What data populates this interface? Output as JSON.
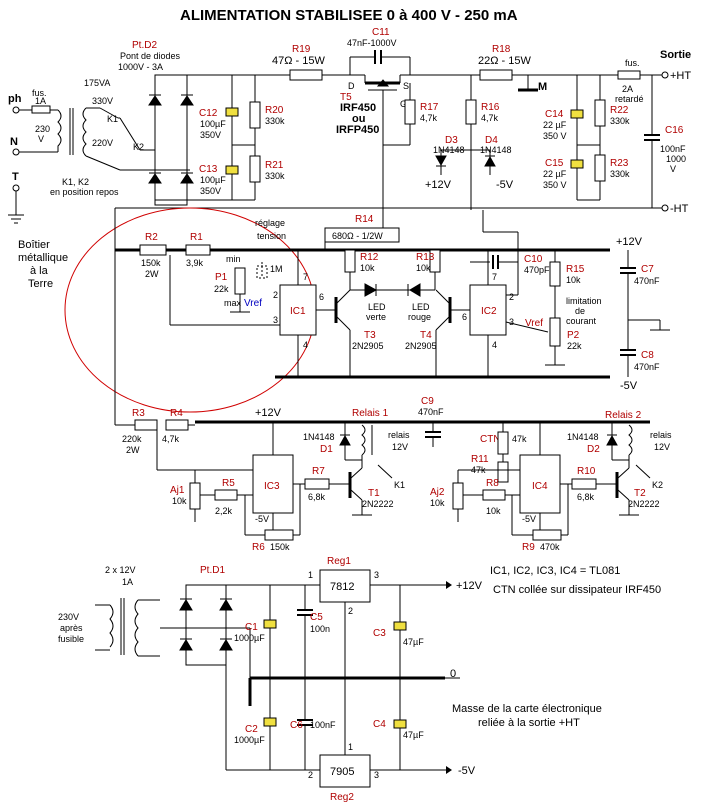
{
  "title": "ALIMENTATION STABILISEE  0 à 400 V - 250 mA",
  "inputs": {
    "ph": "ph",
    "n": "N",
    "t": "T",
    "fuse": "fus.",
    "fuse_val": "1A",
    "mains": "230",
    "mains_unit": "V",
    "transformer": "175VA",
    "tap_330": "330V",
    "tap_220": "220V",
    "k1": "K1",
    "k2": "K2",
    "relay_rest": "K1, K2",
    "relay_rest2": "en position repos",
    "chassis": [
      "Boîtier",
      "métallique",
      "à la",
      "Terre"
    ]
  },
  "bridge2": {
    "name": "Pt.D2",
    "desc": "Pont de diodes",
    "rating": "1000V - 3A"
  },
  "top": {
    "r19": "R19",
    "r19_val": "47Ω - 15W",
    "c11": "C11",
    "c11_val": "47nF-1000V",
    "t5": "T5",
    "t5_part": "IRF450",
    "t5_or": "ou",
    "t5_alt": "IRFP450",
    "d": "D",
    "s": "S",
    "g": "G",
    "r18": "R18",
    "r18_val": "22Ω - 15W",
    "sortie": "Sortie",
    "fuse2": "fus.",
    "fuse2_val": "2A",
    "fuse2_type": "retardé",
    "plus_ht": "+HT",
    "minus_ht": "-HT",
    "m": "M",
    "c12": "C12",
    "c12_val": "100µF",
    "c12_v": "350V",
    "c13": "C13",
    "c13_val": "100µF",
    "c13_v": "350V",
    "r20": "R20",
    "r20_val": "330k",
    "r21": "R21",
    "r21_val": "330k",
    "r17": "R17",
    "r17_val": "4,7k",
    "r16": "R16",
    "r16_val": "4,7k",
    "d3": "D3",
    "d3_part": "1N4148",
    "d4": "D4",
    "d4_part": "1N4148",
    "p12": "+12V",
    "m5": "-5V",
    "c14": "C14",
    "c14_val": "22 µF",
    "c14_v": "350 V",
    "c15": "C15",
    "c15_val": "22 µF",
    "c15_v": "350 V",
    "r22": "R22",
    "r22_val": "330k",
    "r23": "R23",
    "r23_val": "330k",
    "c16": "C16",
    "c16_val": "100nF",
    "c16_v": "1000",
    "c16_u": "V"
  },
  "reg": {
    "r14": "R14",
    "r14_val": "680Ω - 1/2W",
    "r2": "R2",
    "r2_val": "150k",
    "r2_w": "2W",
    "r1": "R1",
    "r1_val": "3,9k",
    "reglage": "réglage",
    "tension": "tension",
    "min": "min",
    "max": "max",
    "p1": "P1",
    "p1_val": "22k",
    "vref": "Vref",
    "m1": "1M",
    "ic1": "IC1",
    "ic2": "IC2",
    "r12": "R12",
    "r12_val": "10k",
    "r13": "R13",
    "r13_val": "10k",
    "led_v": "LED",
    "led_v2": "verte",
    "led_r": "LED",
    "led_r2": "rouge",
    "t3": "T3",
    "t3_part": "2N2905",
    "t4": "T4",
    "t4_part": "2N2905",
    "c10": "C10",
    "c10_val": "470pF",
    "r15": "R15",
    "r15_val": "10k",
    "limit1": "limitation",
    "limit2": "de",
    "limit3": "courant",
    "vref2": "Vref",
    "p2": "P2",
    "p2_val": "22k",
    "p12": "+12V",
    "m5": "-5V",
    "c7": "C7",
    "c7_val": "470nF",
    "c8": "C8",
    "c8_val": "470nF",
    "pin7": "7",
    "pin6": "6",
    "pin3": "3",
    "pin2": "2",
    "pin4": "4"
  },
  "relays": {
    "r3": "R3",
    "r3_val": "220k",
    "r3_w": "2W",
    "r4": "R4",
    "r4_val": "4,7k",
    "p12": "+12V",
    "relais1": "Relais 1",
    "relais2": "Relais 2",
    "d1": "D1",
    "d1_part": "1N4148",
    "d2": "D2",
    "d2_part": "1N4148",
    "relais_txt": "relais",
    "relais_v": "12V",
    "c9": "C9",
    "c9_val": "470nF",
    "ic3": "IC3",
    "ic4": "IC4",
    "r7": "R7",
    "r7_val": "6,8k",
    "r10": "R10",
    "r10_val": "6,8k",
    "k1": "K1",
    "k2": "K2",
    "t1": "T1",
    "t1_part": "2N2222",
    "t2": "T2",
    "t2_part": "2N2222",
    "aj1": "Aj1",
    "aj1_val": "10k",
    "aj2": "Aj2",
    "aj2_val": "10k",
    "r5": "R5",
    "r5_val": "2,2k",
    "r6": "R6",
    "r6_val": "150k",
    "ctn": "CTN",
    "ctn_val": "47k",
    "r11": "R11",
    "r11_val": "47k",
    "r8": "R8",
    "r8_val": "10k",
    "r9": "R9",
    "r9_val": "470k",
    "m5": "-5V"
  },
  "psu": {
    "trafo": "2 x 12V",
    "trafo_a": "1A",
    "mains1": "230V",
    "mains2": "après",
    "mains3": "fusible",
    "bridge": "Pt.D1",
    "reg1": "Reg1",
    "reg1_part": "7812",
    "reg2": "Reg2",
    "reg2_part": "7905",
    "c1": "C1",
    "c1_val": "1000µF",
    "c2": "C2",
    "c2_val": "1000µF",
    "c5": "C5",
    "c5_val": "100n",
    "c6": "C6",
    "c6_val": "100nF",
    "c3": "C3",
    "c3_val": "47µF",
    "c4": "C4",
    "c4_val": "47µF",
    "out_p12": "+12V",
    "out_0": "0",
    "out_m5": "-5V",
    "pin1": "1",
    "pin2": "2",
    "pin3": "3"
  },
  "notes": {
    "ics": "IC1, IC2, IC3, IC4  = TL081",
    "ctn": "CTN collée sur dissipateur IRF450",
    "masse1": "Masse de la carte électronique",
    "masse2": "reliée à la sortie +HT"
  },
  "colors": {
    "wire": "#000000",
    "accent": "#b00000",
    "vref": "#0000c0",
    "circle": "#d00000",
    "cap_fill": "#f0e040"
  }
}
